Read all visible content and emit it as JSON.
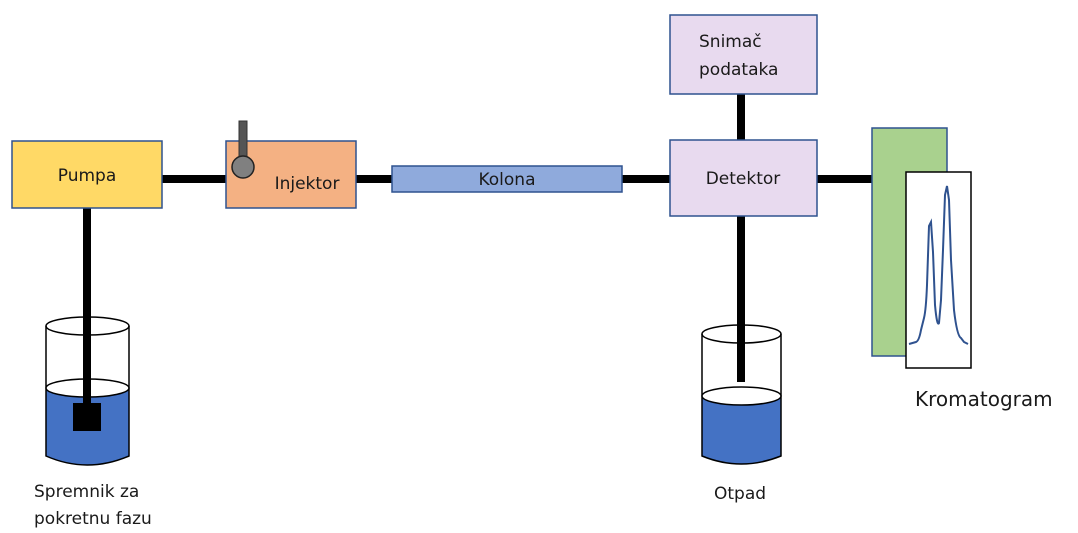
{
  "labels": {
    "pump": "Pumpa",
    "injector": "Injektor",
    "column": "Kolona",
    "detector": "Detektor",
    "recorder_line1": "Snimač",
    "recorder_line2": "podataka",
    "reservoir_line1": "Spremnik za",
    "reservoir_line2": "pokretnu fazu",
    "waste": "Otpad",
    "chromatogram": "Kromatogram"
  },
  "colors": {
    "pump_fill": "#FFD966",
    "injector_fill": "#F4B183",
    "column_fill": "#8FAADC",
    "detector_fill": "#E8DAEF",
    "chart_panel_fill": "#A9D18E",
    "liquid_fill": "#4472C4",
    "outline": "#2F528F",
    "tube": "#000000"
  }
}
